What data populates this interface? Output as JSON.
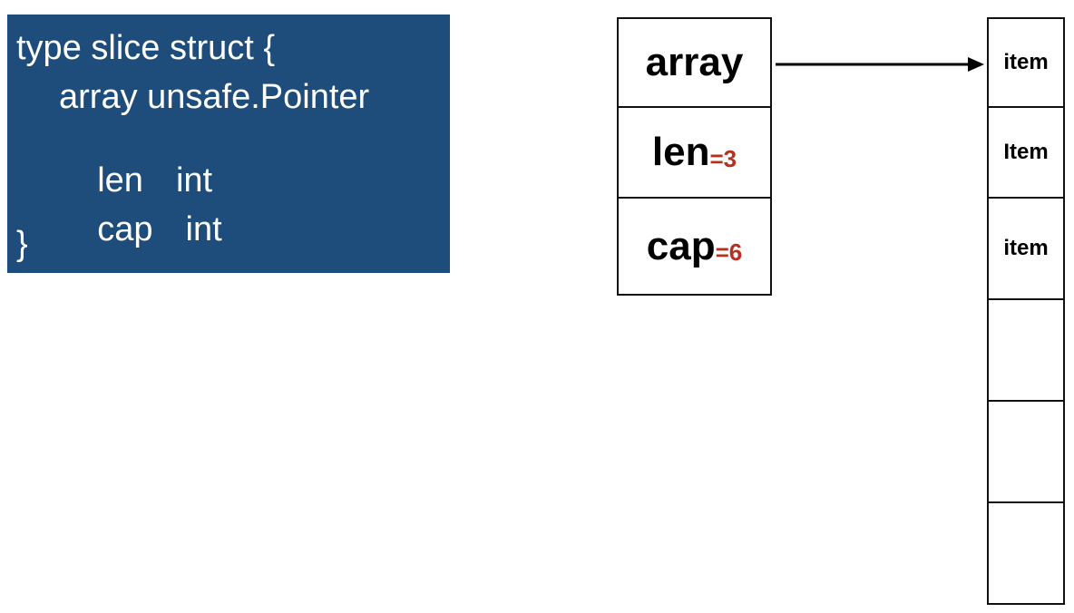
{
  "code": {
    "lines": [
      "type slice struct {",
      "array unsafe.Pointer",
      "len",
      "int",
      "cap",
      "int",
      "}"
    ]
  },
  "struct_fields": [
    {
      "label": "array",
      "value": ""
    },
    {
      "label": "len",
      "value": "=3"
    },
    {
      "label": "cap",
      "value": "=6"
    }
  ],
  "underlying_array": {
    "cells": [
      "item",
      "Item",
      "item",
      "",
      "",
      ""
    ]
  },
  "colors": {
    "code_background": "#1e4d7b",
    "value_accent": "#b5301f"
  }
}
